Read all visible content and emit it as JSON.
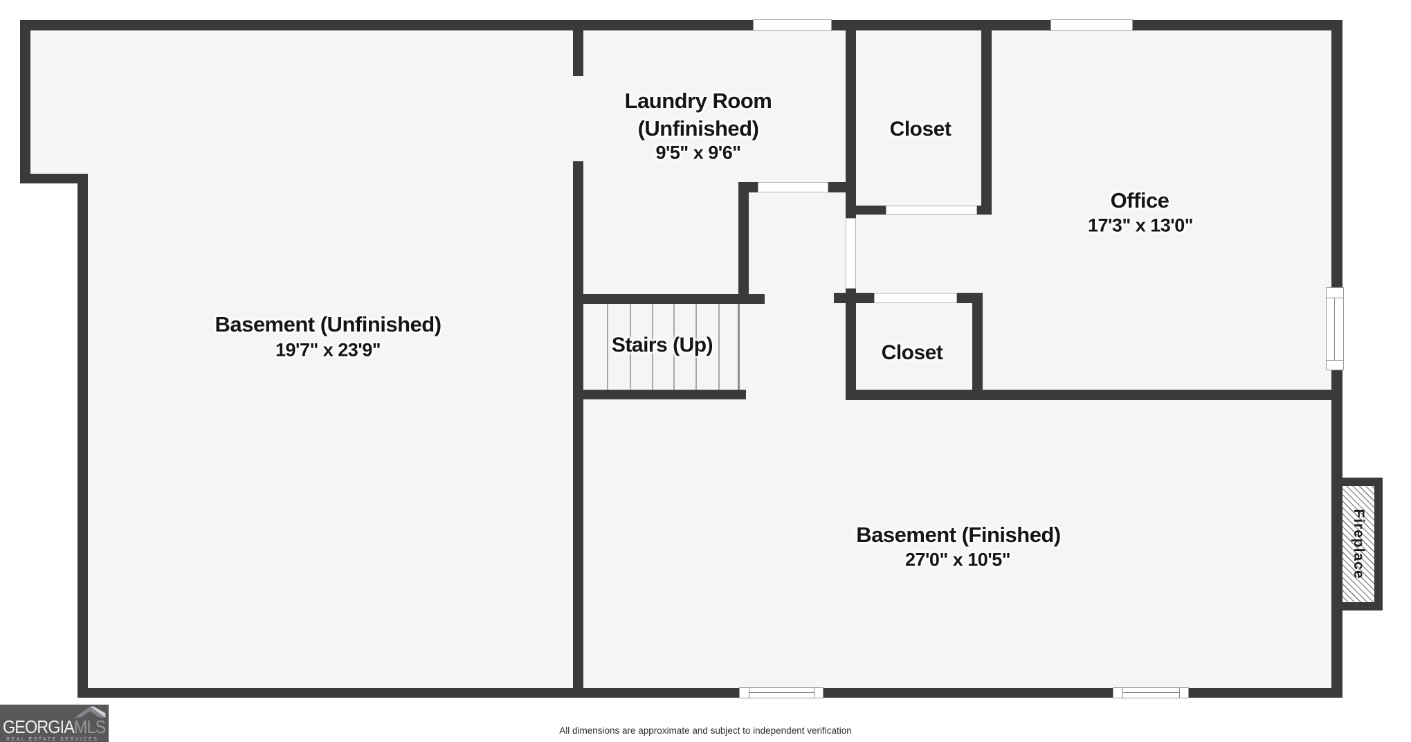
{
  "floorplan": {
    "rooms": {
      "basement_unfinished": {
        "title": "Basement (Unfinished)",
        "dims": "19'7\" x 23'9\""
      },
      "laundry": {
        "title_line1": "Laundry Room",
        "title_line2": "(Unfinished)",
        "dims": "9'5\" x 9'6\""
      },
      "closet_top": {
        "title": "Closet"
      },
      "office": {
        "title": "Office",
        "dims": "17'3\" x 13'0\""
      },
      "stairs": {
        "title": "Stairs (Up)"
      },
      "closet_lower": {
        "title": "Closet"
      },
      "basement_finished": {
        "title": "Basement (Finished)",
        "dims": "27'0\" x 10'5\""
      },
      "fireplace": {
        "title": "Fireplace"
      }
    },
    "footer": {
      "disclaimer": "All dimensions are approximate and subject to independent verification"
    },
    "logo": {
      "brand_primary": "GEORGIA",
      "brand_secondary": "MLS",
      "tagline": "REAL ESTATE SERVICES"
    },
    "colors": {
      "wall": "#3a3a3c",
      "floor": "#f5f5f6",
      "background": "#ffffff",
      "logo_background": "#58585a"
    }
  }
}
